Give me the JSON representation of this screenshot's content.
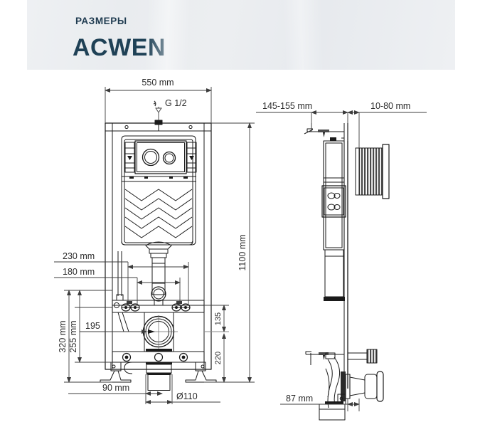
{
  "header": {
    "subtitle": "РАЗМЕРЫ",
    "brand": "ACWEN",
    "text_color": "#1f4156",
    "band_color": "#eceef1"
  },
  "drawing": {
    "type": "technical-dimension-drawing",
    "line_color": "#1a1a1a",
    "dimension_line_color": "#3c3c3c",
    "views": {
      "front": {
        "label": "front-elevation"
      },
      "side": {
        "label": "side-section"
      }
    },
    "dimensions": {
      "front_width": "550 mm",
      "inlet_thread": "G 1/2",
      "total_height": "1100 mm",
      "bracket_spacing_outer": "230 mm",
      "bracket_spacing_inner": "180 mm",
      "height_outer": "320 mm",
      "height_inner": "255 mm",
      "offset_195": "195",
      "height_135": "135",
      "height_220": "220",
      "foot_offset": "90 mm",
      "outlet_diameter": "Ø110",
      "side_depth_range": "145-155 mm",
      "side_plate_range": "10-80 mm",
      "side_bottom": "87 mm"
    }
  }
}
